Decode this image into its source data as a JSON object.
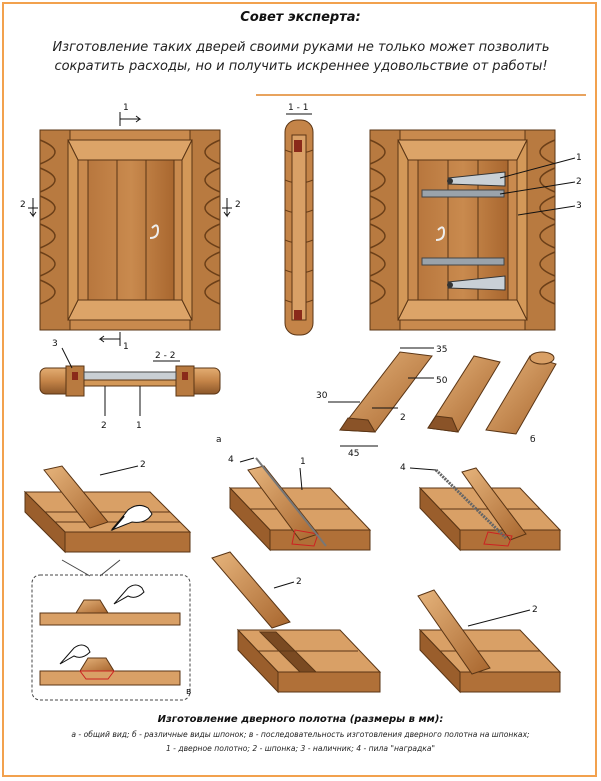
{
  "expert": {
    "title": "Совет эксперта:",
    "text": "Изготовление таких дверей своими руками не только может позволить сократить расходы, но и получить искреннее удовольствие от работы!"
  },
  "labels": {
    "section_1": "1",
    "section_1_1": "1 - 1",
    "section_2_left": "2",
    "section_2_right": "2",
    "section_1_bottom": "1",
    "section_2_2": "2 - 2",
    "plan_3": "3",
    "plan_2": "2",
    "plan_1": "1",
    "call_1": "1",
    "call_2": "2",
    "call_3": "3",
    "letter_a": "а",
    "letter_b": "б",
    "letter_v": "в",
    "dim_35": "35",
    "dim_50": "50",
    "dim_30": "30",
    "dim_45": "45",
    "key_2": "2",
    "step1_2": "2",
    "step2_4": "4",
    "step2_1": "1",
    "step3_4": "4",
    "step4_2": "2",
    "step5_2": "2"
  },
  "caption": {
    "title": "Изготовление дверного полотна (размеры в мм):",
    "line1": "а - общий вид; б - различные виды шпонок; в - последовательность изготовления дверного полотна на шпонках;",
    "line2": "1 - дверное полотно; 2 - шпонка; 3 - наличник; 4 - пила \"наградка\""
  },
  "colors": {
    "frame": "#f2a14e",
    "wood_light": "#d9a066",
    "wood_mid": "#c07f45",
    "wood_dark": "#7a4a22",
    "rule": "#e8a35e"
  }
}
